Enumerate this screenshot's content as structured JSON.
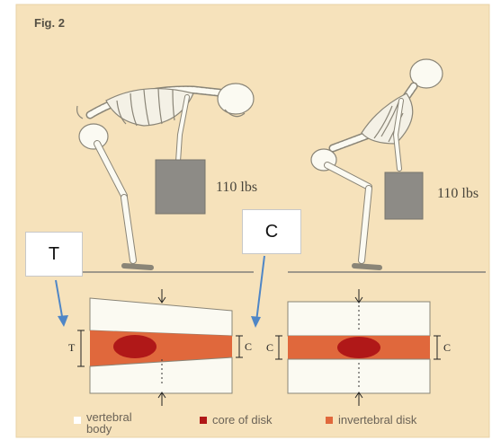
{
  "figure": {
    "label": "Fig. 2"
  },
  "postures": [
    {
      "name": "stooped",
      "weight_label": "110 lbs"
    },
    {
      "name": "squat",
      "weight_label": "110 lbs"
    }
  ],
  "callouts": {
    "left": "T",
    "right": "C"
  },
  "disk_labels": {
    "left_top_side": "T",
    "left_right_side": "C",
    "right_left_side": "C",
    "right_right_side": "C"
  },
  "legend": [
    {
      "label": "vertebral\nbody",
      "color": "#ffffff"
    },
    {
      "label": "core of disk",
      "color": "#b01818"
    },
    {
      "label": "invertebral disk",
      "color": "#e0683c"
    }
  ],
  "colors": {
    "background": "#f6e2bb",
    "bone": "#fbfaf2",
    "box": "#8d8b86",
    "disk": "#e0683c",
    "core": "#b01818",
    "arrow_blue": "#4f86c6"
  }
}
